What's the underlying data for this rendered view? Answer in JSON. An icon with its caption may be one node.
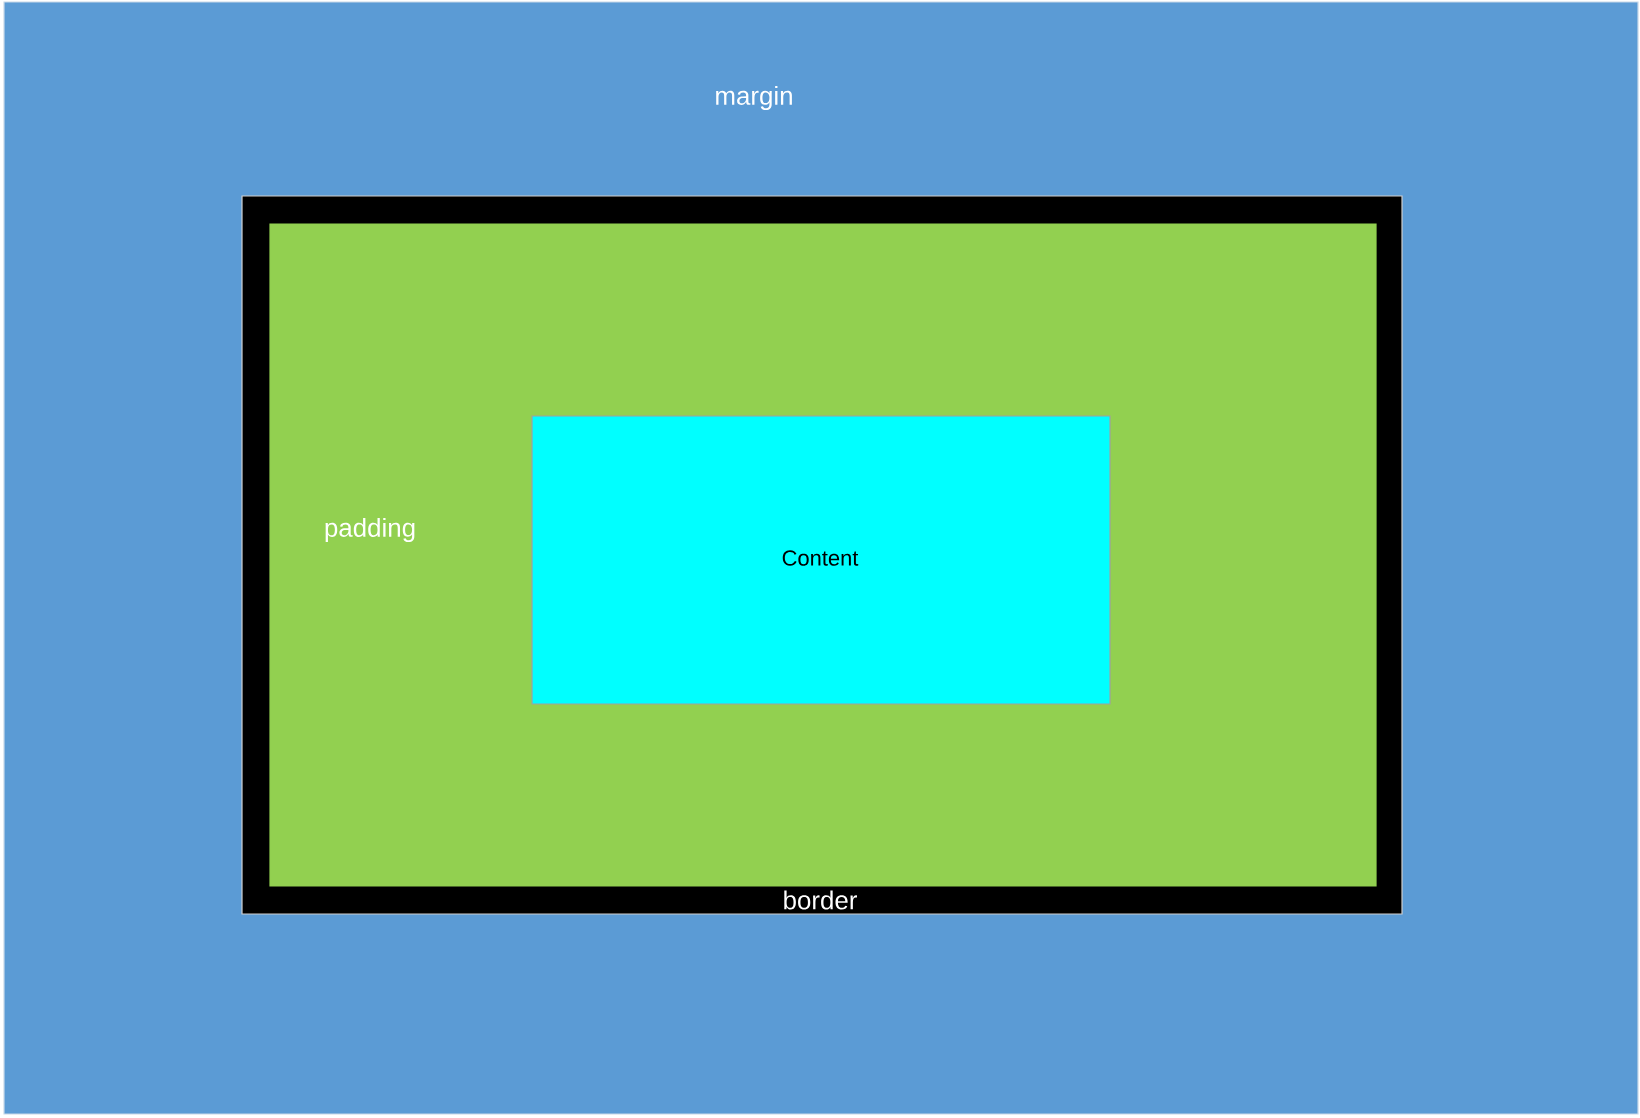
{
  "diagram": {
    "nodes": [
      {
        "text": [
          "margin"
        ]
      },
      {
        "text": [
          "border"
        ],
        "in": 0
      },
      {
        "text": [
          "padding"
        ],
        "in": 1
      },
      {
        "text": [
          "Content"
        ],
        "in": 2
      }
    ]
  }
}
